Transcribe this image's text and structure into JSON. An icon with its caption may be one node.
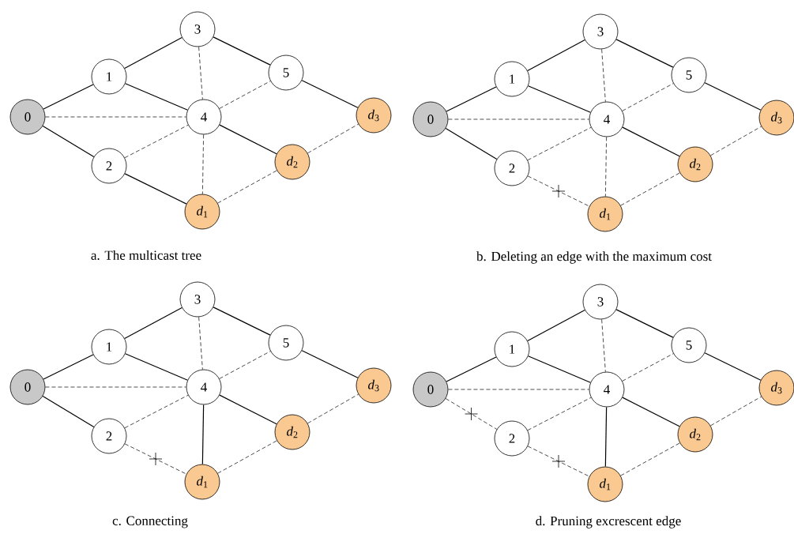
{
  "diagram": {
    "nodes": [
      {
        "text": [
          "0"
        ]
      },
      {
        "text": [
          "1"
        ]
      },
      {
        "text": [
          "2"
        ]
      },
      {
        "text": [
          "3"
        ]
      },
      {
        "text": [
          "4"
        ]
      },
      {
        "text": [
          "5"
        ]
      },
      {
        "text": [
          "*d*$_{3}$"
        ]
      },
      {
        "text": [
          "*d*$_{2}$"
        ]
      },
      {
        "text": [
          "*d*$_{1}$"
        ]
      },
      {
        "text": [
          "0"
        ]
      },
      {
        "text": [
          "1"
        ]
      },
      {
        "text": [
          "2"
        ]
      },
      {
        "text": [
          "3"
        ]
      },
      {
        "text": [
          "4"
        ]
      },
      {
        "text": [
          "5"
        ]
      },
      {
        "text": [
          "*d*$_{3}$"
        ]
      },
      {
        "text": [
          "*d*$_{2}$"
        ]
      },
      {
        "text": [
          "*d*$_{1}$"
        ]
      },
      {
        "text": [
          "0"
        ]
      },
      {
        "text": [
          "1"
        ]
      },
      {
        "text": [
          "2"
        ]
      },
      {
        "text": [
          "3"
        ]
      },
      {
        "text": [
          "4"
        ]
      },
      {
        "text": [
          "5"
        ]
      },
      {
        "text": [
          "*d*$_{3}$"
        ]
      },
      {
        "text": [
          "*d*$_{2}$"
        ]
      },
      {
        "text": [
          "*d*$_{1}$"
        ]
      },
      {
        "text": [
          "0"
        ]
      },
      {
        "text": [
          "1"
        ]
      },
      {
        "text": [
          "2"
        ]
      },
      {
        "text": [
          "3"
        ]
      },
      {
        "text": [
          "4"
        ]
      },
      {
        "text": [
          "5"
        ]
      },
      {
        "text": [
          "*d*$_{3}$"
        ]
      },
      {
        "text": [
          "*d*$_{2}$"
        ]
      },
      {
        "text": [
          "*d*$_{1}$"
        ]
      }
    ],
    "edges": [
      {
        "from": 0,
        "to": 1,
        "arrow": "none"
      },
      {
        "from": 0,
        "to": 2,
        "arrow": "none"
      },
      {
        "from": 0,
        "to": 4,
        "arrow": "none",
        "style": "dashed"
      },
      {
        "from": 1,
        "to": 3,
        "arrow": "none"
      },
      {
        "from": 1,
        "to": 4,
        "arrow": "none"
      },
      {
        "from": 3,
        "to": 4,
        "arrow": "none",
        "style": "dashed"
      },
      {
        "from": 3,
        "to": 5,
        "arrow": "none"
      },
      {
        "from": 4,
        "to": 5,
        "arrow": "none",
        "style": "dashed"
      },
      {
        "from": 5,
        "to": 6,
        "arrow": "none"
      },
      {
        "from": 2,
        "to": 4,
        "arrow": "none",
        "style": "dashed"
      },
      {
        "from": 4,
        "to": 7,
        "arrow": "none"
      },
      {
        "from": 4,
        "to": 8,
        "arrow": "none",
        "style": "dashed"
      },
      {
        "from": 2,
        "to": 8,
        "arrow": "none"
      },
      {
        "from": 8,
        "to": 7,
        "arrow": "none",
        "style": "dashed"
      },
      {
        "from": 7,
        "to": 6,
        "arrow": "none",
        "style": "dashed"
      },
      {
        "from": 9,
        "to": 10,
        "arrow": "none"
      },
      {
        "from": 9,
        "to": 11,
        "arrow": "none"
      },
      {
        "from": 9,
        "to": 13,
        "arrow": "none",
        "style": "dashed"
      },
      {
        "from": 10,
        "to": 12,
        "arrow": "none"
      },
      {
        "from": 10,
        "to": 13,
        "arrow": "none"
      },
      {
        "from": 12,
        "to": 13,
        "arrow": "none",
        "style": "dashed"
      },
      {
        "from": 12,
        "to": 14,
        "arrow": "none"
      },
      {
        "from": 13,
        "to": 14,
        "arrow": "none",
        "style": "dashed"
      },
      {
        "from": 14,
        "to": 15,
        "arrow": "none"
      },
      {
        "from": 11,
        "to": 13,
        "arrow": "none",
        "style": "dashed"
      },
      {
        "from": 13,
        "to": 16,
        "arrow": "none"
      },
      {
        "from": 13,
        "to": 17,
        "arrow": "none",
        "style": "dashed"
      },
      {
        "from": 11,
        "to": 17,
        "arrow": "none",
        "style": "dashed"
      },
      {
        "from": 17,
        "to": 16,
        "arrow": "none",
        "style": "dashed"
      },
      {
        "from": 16,
        "to": 15,
        "arrow": "none",
        "style": "dashed"
      },
      {
        "from": 18,
        "to": 19,
        "arrow": "none"
      },
      {
        "from": 18,
        "to": 20,
        "arrow": "none"
      },
      {
        "from": 18,
        "to": 22,
        "arrow": "none",
        "style": "dashed"
      },
      {
        "from": 19,
        "to": 21,
        "arrow": "none"
      },
      {
        "from": 19,
        "to": 22,
        "arrow": "none"
      },
      {
        "from": 21,
        "to": 22,
        "arrow": "none",
        "style": "dashed"
      },
      {
        "from": 21,
        "to": 23,
        "arrow": "none"
      },
      {
        "from": 22,
        "to": 23,
        "arrow": "none",
        "style": "dashed"
      },
      {
        "from": 23,
        "to": 24,
        "arrow": "none"
      },
      {
        "from": 20,
        "to": 22,
        "arrow": "none",
        "style": "dashed"
      },
      {
        "from": 22,
        "to": 25,
        "arrow": "none"
      },
      {
        "from": 22,
        "to": 26,
        "arrow": "none"
      },
      {
        "from": 20,
        "to": 26,
        "arrow": "none",
        "style": "dashed"
      },
      {
        "from": 26,
        "to": 25,
        "arrow": "none",
        "style": "dashed"
      },
      {
        "from": 25,
        "to": 24,
        "arrow": "none",
        "style": "dashed"
      },
      {
        "from": 27,
        "to": 28,
        "arrow": "none"
      },
      {
        "from": 27,
        "to": 29,
        "arrow": "none",
        "style": "dashed"
      },
      {
        "from": 27,
        "to": 31,
        "arrow": "none",
        "style": "dashed"
      },
      {
        "from": 28,
        "to": 30,
        "arrow": "none"
      },
      {
        "from": 28,
        "to": 31,
        "arrow": "none"
      },
      {
        "from": 30,
        "to": 31,
        "arrow": "none",
        "style": "dashed"
      },
      {
        "from": 30,
        "to": 32,
        "arrow": "none"
      },
      {
        "from": 31,
        "to": 32,
        "arrow": "none",
        "style": "dashed"
      },
      {
        "from": 32,
        "to": 33,
        "arrow": "none"
      },
      {
        "from": 29,
        "to": 31,
        "arrow": "none",
        "style": "dashed"
      },
      {
        "from": 31,
        "to": 34,
        "arrow": "none"
      },
      {
        "from": 31,
        "to": 35,
        "arrow": "none"
      },
      {
        "from": 29,
        "to": 35,
        "arrow": "none",
        "style": "dashed"
      },
      {
        "from": 35,
        "to": 34,
        "arrow": "none",
        "style": "dashed"
      },
      {
        "from": 34,
        "to": 33,
        "arrow": "none",
        "style": "dashed"
      }
    ],
    "labels": [
      "a.  The multicast tree",
      "b.  Deleting an edge with the maximum cost",
      "c.  Connecting",
      "d.  Pruning excrescent edge"
    ]
  }
}
